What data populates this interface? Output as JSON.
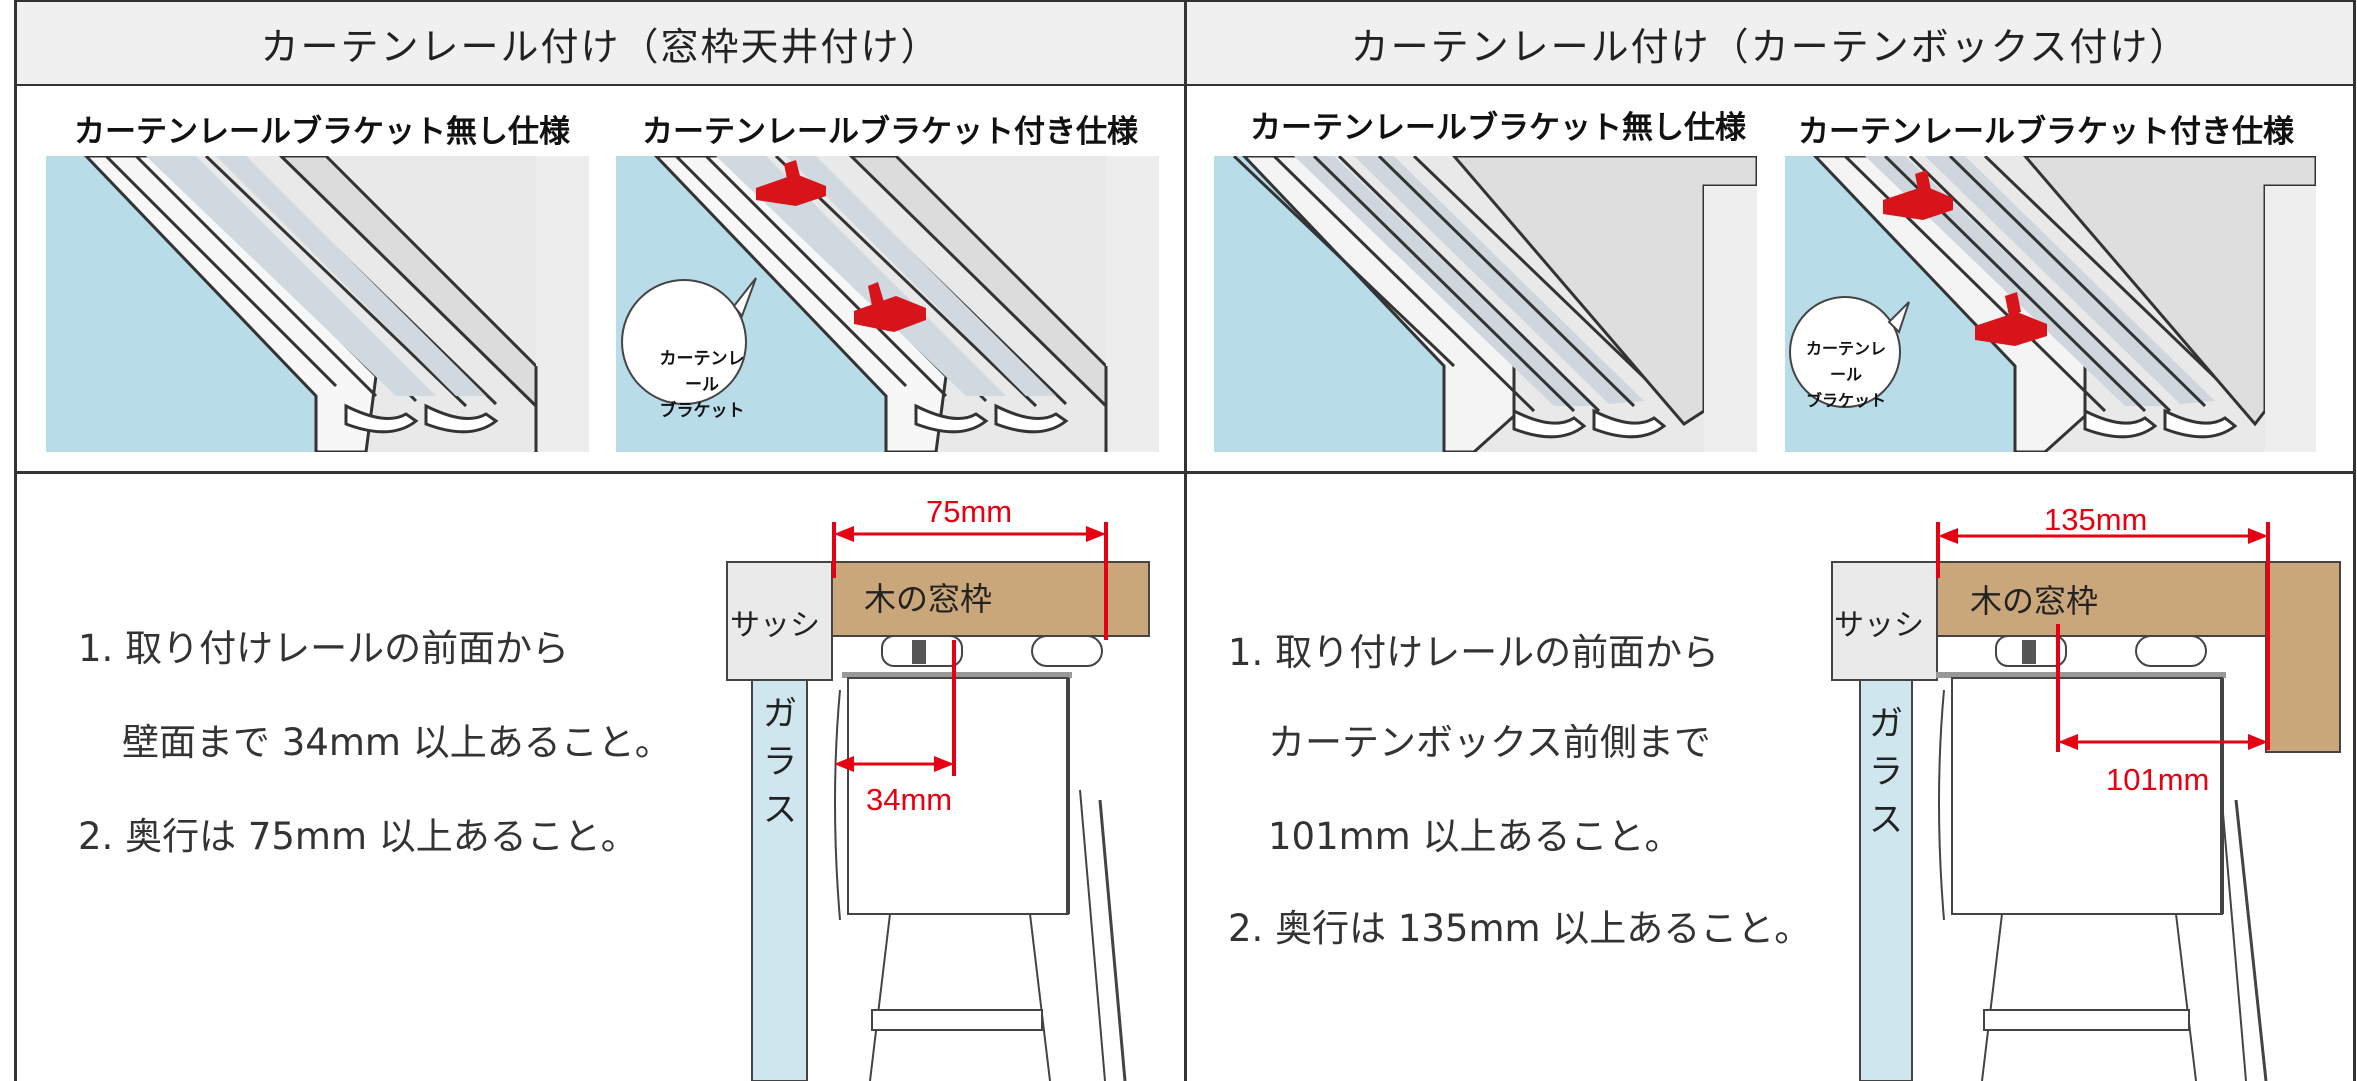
{
  "left_panel": {
    "title": "カーテンレール付け（窓枠天井付け）",
    "variant_a": "カーテンレールブラケット無し仕様",
    "variant_b": "カーテンレールブラケット付き仕様",
    "bubble_line1": "カーテンレール",
    "bubble_line2": "ブラケット",
    "req_1a": "1. 取り付けレールの前面から",
    "req_1b": "壁面まで 34mm 以上あること。",
    "req_2": "2. 奥行は 75mm 以上あること。",
    "dim_depth": "75mm",
    "dim_front": "34mm",
    "label_sash": "サッシ",
    "label_frame": "木の窓枠",
    "label_glass": "ガラス"
  },
  "right_panel": {
    "title": "カーテンレール付け（カーテンボックス付け）",
    "variant_a": "カーテンレールブラケット無し仕様",
    "variant_b": "カーテンレールブラケット付き仕様",
    "bubble_line1": "カーテンレール",
    "bubble_line2": "ブラケット",
    "req_1a": "1. 取り付けレールの前面から",
    "req_1b": "カーテンボックス前側まで",
    "req_1c": "101mm 以上あること。",
    "req_2": "2. 奥行は 135mm 以上あること。",
    "dim_depth": "135mm",
    "dim_front": "101mm",
    "label_sash": "サッシ",
    "label_frame": "木の窓枠",
    "label_glass": "ガラス"
  },
  "colors": {
    "dimension_red": "#e60012",
    "bracket_red": "#d8141b",
    "wood": "#c9a77a",
    "glass": "#cfe6ee",
    "wall": "#e8e8e8"
  }
}
